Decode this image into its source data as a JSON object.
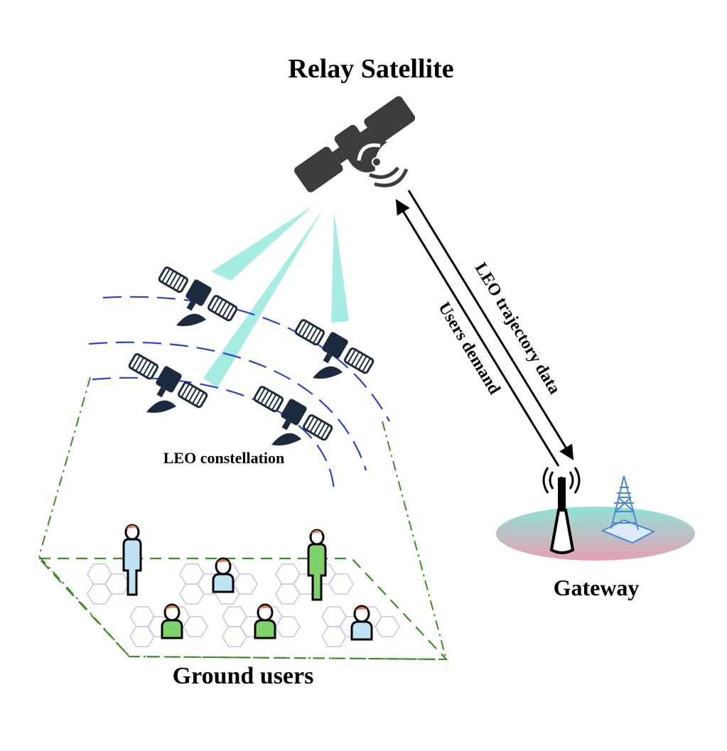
{
  "labels": {
    "relay_satellite": "Relay Satellite",
    "leo_constellation": "LEO constellation",
    "ground_users": "Ground users",
    "gateway": "Gateway",
    "leo_trajectory_data": "LEO trajectory data",
    "users_demand": "Users demand"
  },
  "colors": {
    "beam": "#a6ece2",
    "orbit": "#2b3fd6",
    "footprint_outline": "#3f8a2a",
    "grid": "#c9c2e3",
    "satellite_dark": "#3c3c3c",
    "satellite_navy": "#1d2b3f",
    "user_blue": "#bfe3f2",
    "user_green": "#7fd36a",
    "gateway_teal": "#8fe3d6",
    "gateway_pink": "#e6a0b4",
    "tower_blue": "#4a86d8"
  },
  "icons": {
    "relay": "relay-satellite-icon",
    "leo": "leo-satellite-icon",
    "user": "ground-user-icon",
    "antenna": "gateway-antenna-icon",
    "tower": "transmission-tower-icon"
  }
}
